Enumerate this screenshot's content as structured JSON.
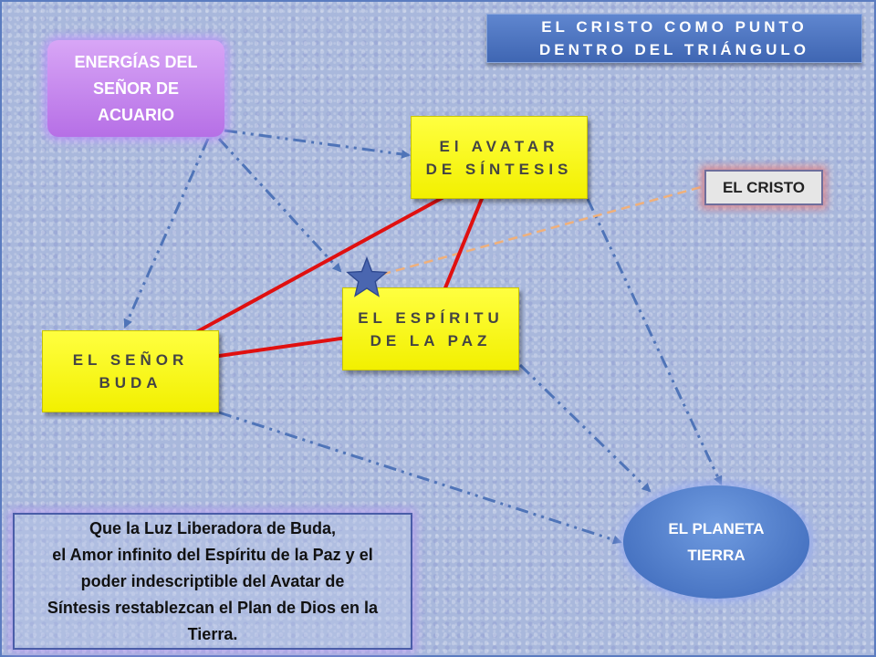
{
  "title": {
    "lines": [
      "EL  CRISTO COMO PUNTO",
      "DENTRO DEL TRIÁNGULO"
    ]
  },
  "nodes": {
    "energias": {
      "lines": [
        "ENERGÍAS DEL",
        "SEÑOR DE",
        "ACUARIO"
      ]
    },
    "avatar": {
      "lines": [
        "El AVATAR",
        "DE SÍNTESIS"
      ]
    },
    "espiritu": {
      "lines": [
        "EL ESPÍRITU",
        "DE LA PAZ"
      ]
    },
    "buda": {
      "lines": [
        "EL SEÑOR",
        "BUDA"
      ]
    },
    "cristo": {
      "label": "EL CRISTO"
    },
    "tierra": {
      "lines": [
        "EL PLANETA",
        "TIERRA"
      ]
    }
  },
  "prayer": {
    "lines": [
      "Que la Luz Liberadora de Buda,",
      "el Amor infinito del Espíritu de la Paz  y el",
      "poder indescriptible del Avatar de",
      "Síntesis restablezcan el Plan de Dios en la",
      "Tierra."
    ]
  },
  "colors": {
    "arrow": "#4f74b8",
    "triangle": "#e01010",
    "cristo_link": "#f0b07a",
    "star": "#4a66b0"
  },
  "icons": {
    "star": "star-icon"
  }
}
